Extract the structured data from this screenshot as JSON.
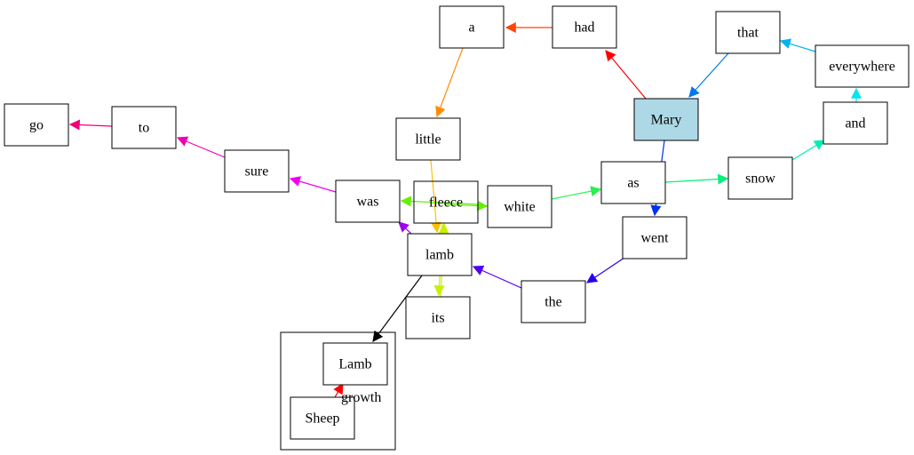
{
  "diagram": {
    "nodes": [
      {
        "id": "mary",
        "label": "Mary",
        "fill": "#add8e6"
      },
      {
        "id": "had",
        "label": "had"
      },
      {
        "id": "a",
        "label": "a"
      },
      {
        "id": "little",
        "label": "little"
      },
      {
        "id": "lamb",
        "label": "lamb"
      },
      {
        "id": "that",
        "label": "that"
      },
      {
        "id": "everywhere",
        "label": "everywhere"
      },
      {
        "id": "and",
        "label": "and"
      },
      {
        "id": "snow",
        "label": "snow"
      },
      {
        "id": "as",
        "label": "as"
      },
      {
        "id": "white",
        "label": "white"
      },
      {
        "id": "fleece",
        "label": "fleece"
      },
      {
        "id": "its",
        "label": "its"
      },
      {
        "id": "went",
        "label": "went"
      },
      {
        "id": "the",
        "label": "the"
      },
      {
        "id": "was",
        "label": "was"
      },
      {
        "id": "sure",
        "label": "sure"
      },
      {
        "id": "to",
        "label": "to"
      },
      {
        "id": "go",
        "label": "go"
      },
      {
        "id": "lamb2",
        "label": "Lamb"
      },
      {
        "id": "sheep",
        "label": "Sheep"
      }
    ],
    "cluster": {
      "id": "growth-cluster"
    },
    "edges": [
      {
        "from": "mary",
        "to": "had",
        "color": "#ff0000"
      },
      {
        "from": "had",
        "to": "a",
        "color": "#ff4500"
      },
      {
        "from": "a",
        "to": "little",
        "color": "#ff8c00"
      },
      {
        "from": "little",
        "to": "lamb",
        "color": "#ffc000"
      },
      {
        "from": "its",
        "to": "fleece",
        "color": "#c8f000"
      },
      {
        "from": "fleece",
        "to": "its",
        "color": "#c8f000"
      },
      {
        "from": "fleece",
        "to": "white",
        "color": "#64f000"
      },
      {
        "from": "white",
        "to": "was",
        "color": "#64f000"
      },
      {
        "from": "white",
        "to": "as",
        "color": "#28f050"
      },
      {
        "from": "as",
        "to": "snow",
        "color": "#00f078"
      },
      {
        "from": "snow",
        "to": "and",
        "color": "#00f0b4"
      },
      {
        "from": "and",
        "to": "everywhere",
        "color": "#00e6f0"
      },
      {
        "from": "everywhere",
        "to": "that",
        "color": "#00b4f0"
      },
      {
        "from": "that",
        "to": "mary",
        "color": "#0078f0"
      },
      {
        "from": "mary",
        "to": "went",
        "color": "#0030f0"
      },
      {
        "from": "went",
        "to": "the",
        "color": "#2800f0"
      },
      {
        "from": "the",
        "to": "lamb",
        "color": "#5000f0"
      },
      {
        "from": "lamb",
        "to": "was",
        "color": "#a000f0"
      },
      {
        "from": "was",
        "to": "sure",
        "color": "#f000f0"
      },
      {
        "from": "sure",
        "to": "to",
        "color": "#f000b4"
      },
      {
        "from": "to",
        "to": "go",
        "color": "#f00078"
      },
      {
        "from": "lamb",
        "to": "growth-cluster",
        "color": "#000000"
      },
      {
        "from": "sheep",
        "to": "lamb2",
        "color": "#ff0000",
        "label": "growth"
      }
    ]
  }
}
